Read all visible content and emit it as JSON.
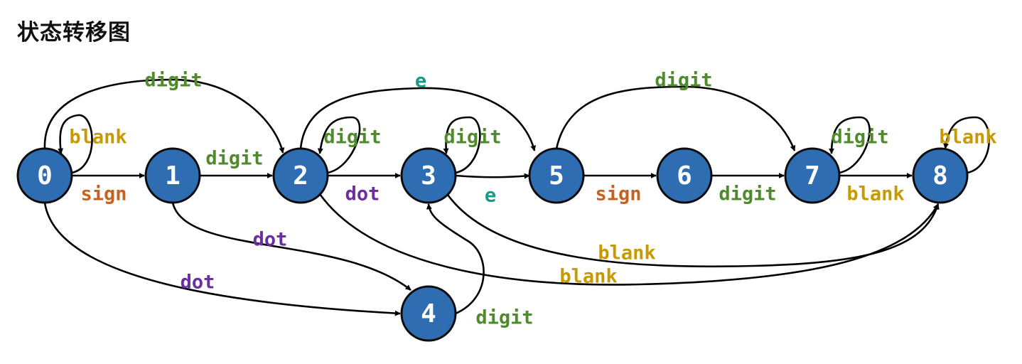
{
  "title": "状态转移图",
  "colors": {
    "node_fill": "#2e6db2",
    "node_stroke": "#0c0c0c",
    "node_text": "#ffffff",
    "edge": "#000000",
    "digit": "#4f8a2c",
    "blank": "#c79a00",
    "sign": "#c8611d",
    "dot": "#6a2ea0",
    "e": "#17998a"
  },
  "states": [
    "0",
    "1",
    "2",
    "3",
    "4",
    "5",
    "6",
    "7",
    "8"
  ],
  "transitions": [
    {
      "from": "0",
      "to": "0",
      "label": "blank"
    },
    {
      "from": "0",
      "to": "1",
      "label": "sign"
    },
    {
      "from": "0",
      "to": "2",
      "label": "digit"
    },
    {
      "from": "0",
      "to": "4",
      "label": "dot"
    },
    {
      "from": "1",
      "to": "2",
      "label": "digit"
    },
    {
      "from": "1",
      "to": "4",
      "label": "dot"
    },
    {
      "from": "2",
      "to": "2",
      "label": "digit"
    },
    {
      "from": "2",
      "to": "3",
      "label": "dot"
    },
    {
      "from": "2",
      "to": "5",
      "label": "e"
    },
    {
      "from": "2",
      "to": "8",
      "label": "blank"
    },
    {
      "from": "3",
      "to": "3",
      "label": "digit"
    },
    {
      "from": "3",
      "to": "5",
      "label": "e"
    },
    {
      "from": "3",
      "to": "8",
      "label": "blank"
    },
    {
      "from": "4",
      "to": "3",
      "label": "digit"
    },
    {
      "from": "5",
      "to": "6",
      "label": "sign"
    },
    {
      "from": "5",
      "to": "7",
      "label": "digit"
    },
    {
      "from": "6",
      "to": "7",
      "label": "digit"
    },
    {
      "from": "7",
      "to": "7",
      "label": "digit"
    },
    {
      "from": "7",
      "to": "8",
      "label": "blank"
    },
    {
      "from": "8",
      "to": "8",
      "label": "blank"
    }
  ]
}
